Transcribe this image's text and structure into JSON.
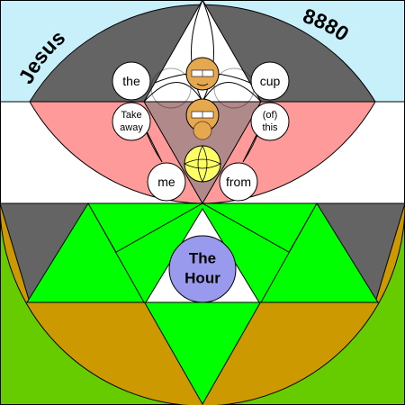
{
  "title_left": "Jesus",
  "title_right": "8880",
  "circle_words": {
    "the": "the",
    "cup": "cup",
    "take": "Take",
    "away": "away",
    "of": "(of)",
    "this": "this",
    "me": "me",
    "from": "from"
  },
  "center": {
    "line1": "The",
    "line2": "Hour"
  },
  "colors": {
    "sky": "#c8f0fa",
    "dark_gray": "#646464",
    "pink": "#ff9a9a",
    "green": "#00ff00",
    "grass": "#66cc00",
    "brown": "#cc9900",
    "hour_circle": "#9999ee",
    "yellow": "#ffff66",
    "face": "#e6a84f"
  },
  "icons": [
    "face-icon",
    "face-icon",
    "face-icon",
    "yellow-flower-icon"
  ]
}
